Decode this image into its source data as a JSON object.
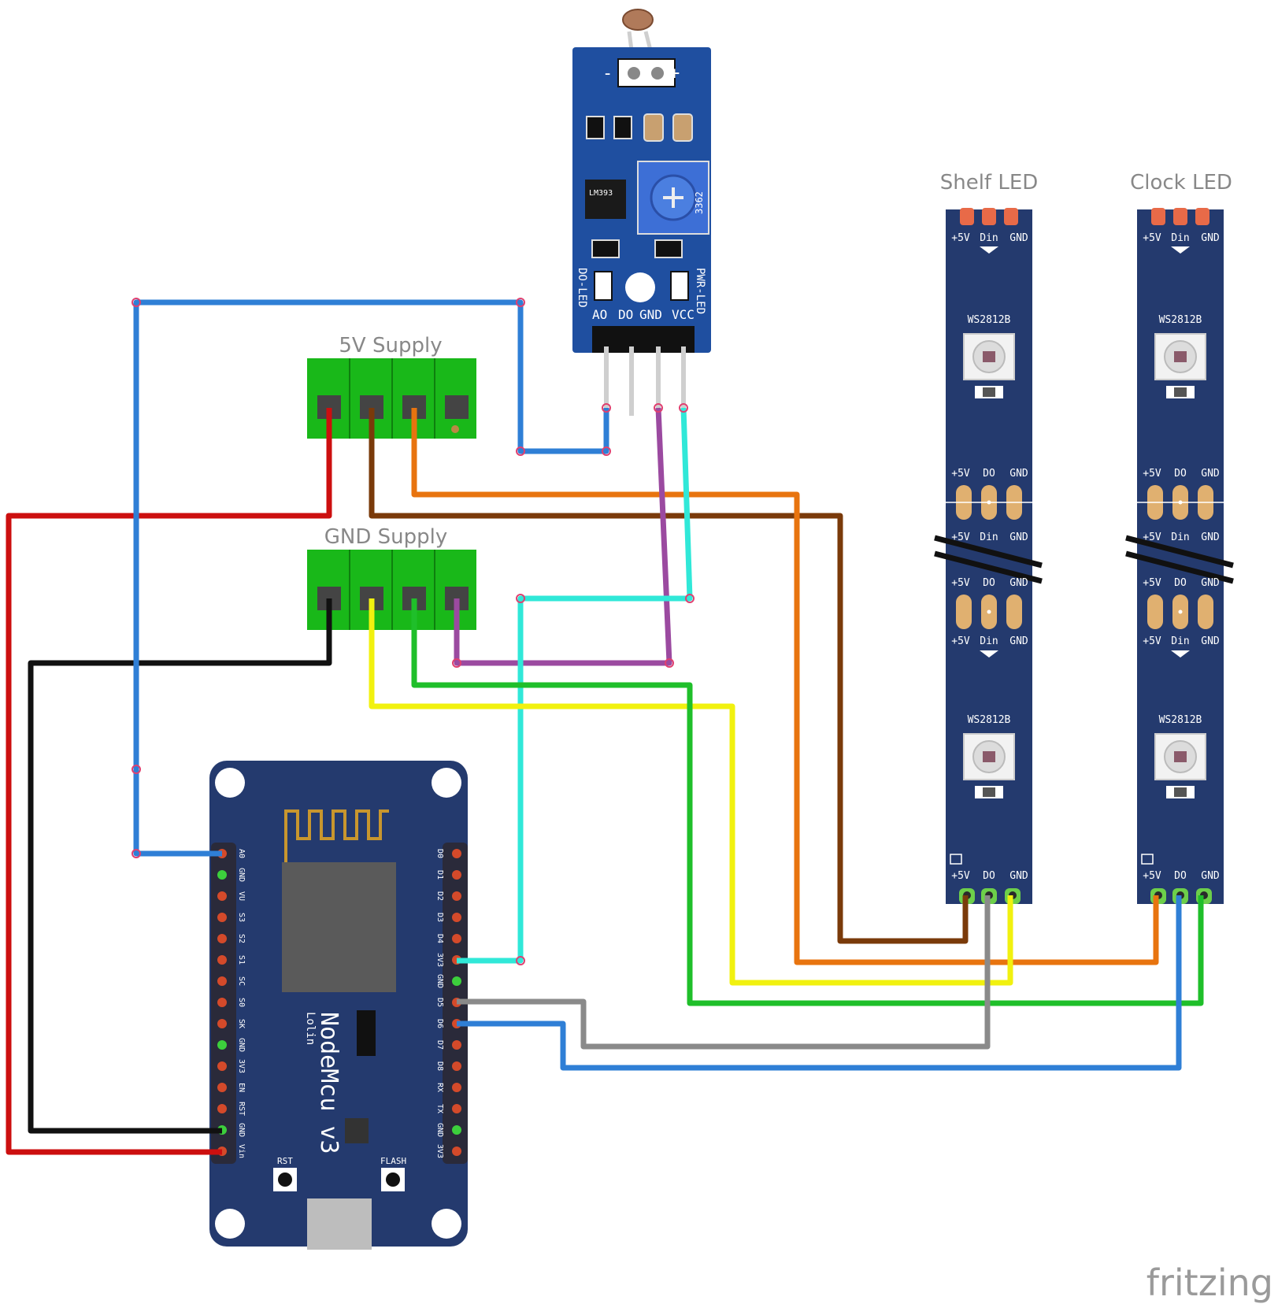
{
  "labels": {
    "supply_5v": "5V Supply",
    "supply_gnd": "GND Supply",
    "shelf_led": "Shelf LED",
    "clock_led": "Clock LED",
    "watermark": "fritzing"
  },
  "sensor": {
    "pins": [
      "AO",
      "DO",
      "GND",
      "VCC"
    ],
    "led_left": "DO-LED",
    "led_right": "PWR-LED",
    "chip": "LM393",
    "pot_code": "3362",
    "minus": "-",
    "plus": "+"
  },
  "led_strip": {
    "top_header": [
      "+5V",
      "Din",
      "GND"
    ],
    "mid_header_out": [
      "+5V",
      "DO",
      "GND"
    ],
    "mid_header_in": [
      "+5V",
      "Din",
      "GND"
    ],
    "chip_label": "WS2812B",
    "bottom_header": [
      "+5V",
      "DO",
      "GND"
    ]
  },
  "nodemcu": {
    "name": "NodeMcu v3",
    "brand": "Lolin",
    "rst": "RST",
    "flash": "FLASH",
    "left_pins": [
      "A0",
      "GND",
      "VU",
      "S3",
      "S2",
      "S1",
      "SC",
      "S0",
      "SK",
      "GND",
      "3V3",
      "EN",
      "RST",
      "GND",
      "Vin"
    ],
    "right_pins": [
      "D0",
      "D1",
      "D2",
      "D3",
      "D4",
      "3V3",
      "GND",
      "D5",
      "D6",
      "D7",
      "D8",
      "RX",
      "TX",
      "GND",
      "3V3"
    ]
  },
  "colors": {
    "pcb_blue": "#243a6e",
    "terminal_green": "#19b819",
    "wire_red": "#cc0f0f",
    "wire_black": "#111111",
    "wire_blue": "#2f7fd6",
    "wire_brown": "#7a3a0a",
    "wire_orange": "#e8740f",
    "wire_yellow": "#f1f10f",
    "wire_green": "#1fbf2a",
    "wire_cyan": "#30e8d8",
    "wire_purple": "#9b4aa0",
    "wire_gray": "#8a8a8a"
  }
}
